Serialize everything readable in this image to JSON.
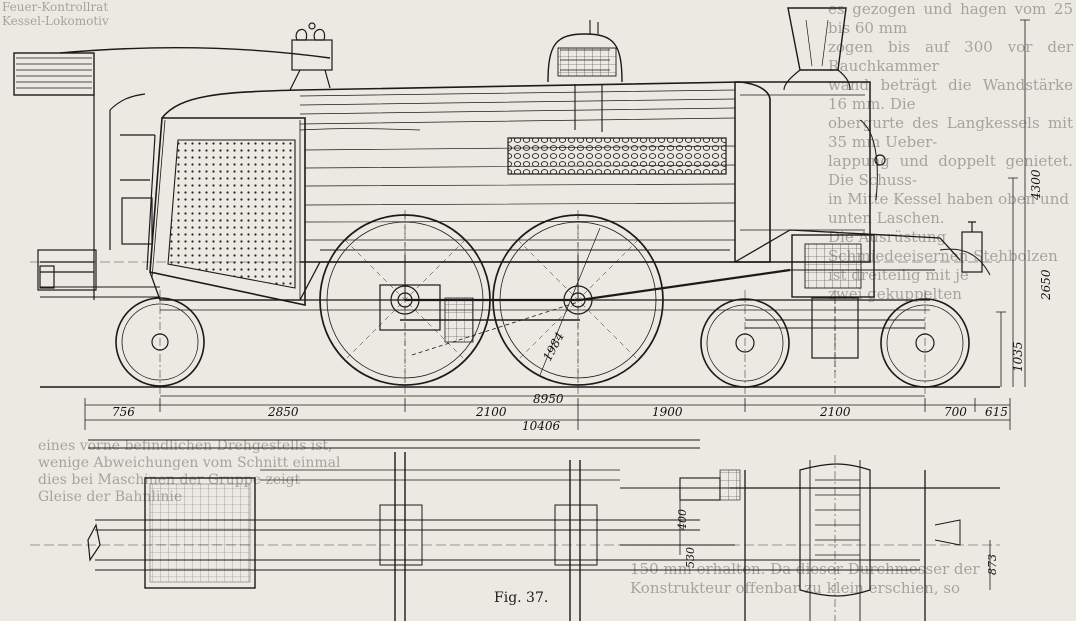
{
  "figure": {
    "caption": "Fig. 37.",
    "dimensions": {
      "overall_length": "10406",
      "wheelbase": "8950",
      "segments": [
        "756",
        "2850",
        "2100",
        "1900",
        "2100",
        "700",
        "615"
      ],
      "driving_wheel_diameter": "1984",
      "height_total": "4300",
      "height_boiler_axis": "2650",
      "height_running_board": "1035",
      "plan_left_1": "400",
      "plan_left_2": "530",
      "plan_right": "873"
    }
  },
  "background_text": {
    "top_left": "Feuer-Kontrollrat\nKessel-Lokomotiv",
    "right": "es gezogen und hagen vom 25 bis 60 mm\nzogen bis auf 300 vor der Rauchkammer\nwand beträgt die Wandstärke 16 mm. Die\nobergurte des Langkessels mit 35 mm Ueber-\nlappung und doppelt genietet. Die Schuss-\nin Mitte Kessel haben oben und\nunten Laschen.\nDie Ausrüstung\nSchmiedeeisernen Stehbolzen\nist dreiteilig mit je\nzwei gekuppelten",
    "bottom_left": "eines vorne befindlichen Drehgestells ist,\nwenige Abweichungen vom Schnitt einmal\ndies bei Maschinen der Gruppe zeigt\nGleise der Bahnlinie",
    "bottom_right": "150 mm erhalten. Da dieser Durchmesser der\nKonstrukteur offenbar zu klein erschien, so"
  }
}
